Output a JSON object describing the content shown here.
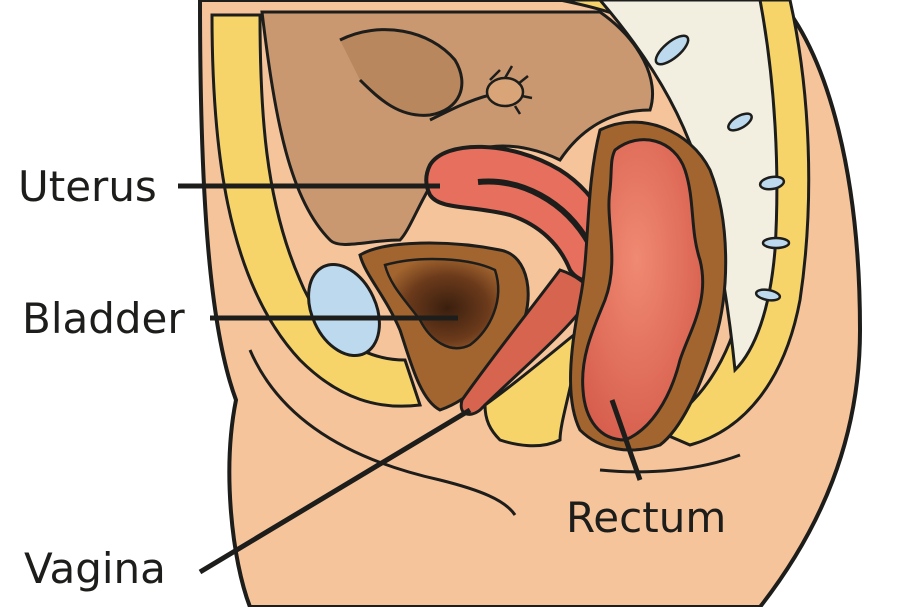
{
  "labels": {
    "uterus": "Uterus",
    "bladder": "Bladder",
    "vagina": "Vagina",
    "rectum": "Rectum"
  },
  "colors": {
    "skin": "#f6c49a",
    "fat": "#f6d46a",
    "cavity": "#c99870",
    "organ_red": "#e66f5e",
    "bladder_brown": "#a3652f",
    "bladder_dark": "#4b2a14",
    "bone": "#f3efe0",
    "disc": "#bcd9ee",
    "outline": "#1d1d1b"
  }
}
